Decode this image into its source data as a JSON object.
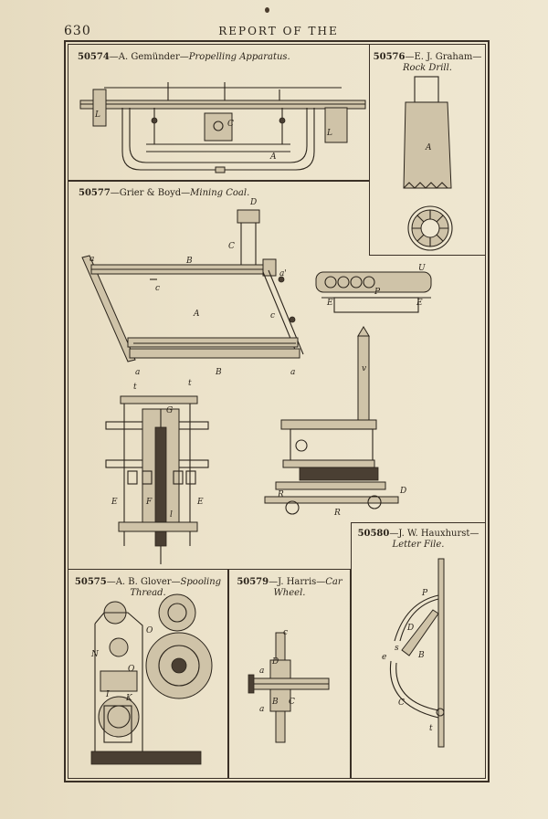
{
  "page_number": "630",
  "running_head": "REPORT OF THE",
  "figures": [
    {
      "number": "50574",
      "author": "A. Gemünder",
      "title": "Propelling Apparatus.",
      "labels": [
        "L",
        "C",
        "L",
        "A"
      ]
    },
    {
      "number": "50576",
      "author": "E. J. Graham",
      "title": "Rock Drill.",
      "labels": [
        "A"
      ]
    },
    {
      "number": "50577",
      "author": "Grier & Boyd",
      "title": "Mining Coal.",
      "labels": [
        "D",
        "C",
        "a",
        "B",
        "c",
        "a'",
        "A",
        "c",
        "a",
        "B",
        "a",
        "U",
        "E",
        "P",
        "E",
        "t",
        "t",
        "G",
        "E",
        "F",
        "E",
        "l",
        "v",
        "R",
        "R",
        "D"
      ]
    },
    {
      "number": "50580",
      "author": "J. W. Hauxhurst",
      "title": "Letter File.",
      "labels": [
        "P",
        "s",
        "D",
        "e",
        "B",
        "C",
        "t"
      ]
    },
    {
      "number": "50575",
      "author": "A. B. Glover",
      "title_line1": "Spooling",
      "title_line2": "Thread.",
      "labels": [
        "O",
        "N",
        "O",
        "I",
        "K"
      ]
    },
    {
      "number": "50579",
      "author": "J. Harris",
      "title_line1": "Car",
      "title_line2": "Wheel.",
      "labels": [
        "c",
        "D",
        "a",
        "B",
        "a",
        "C"
      ]
    }
  ]
}
